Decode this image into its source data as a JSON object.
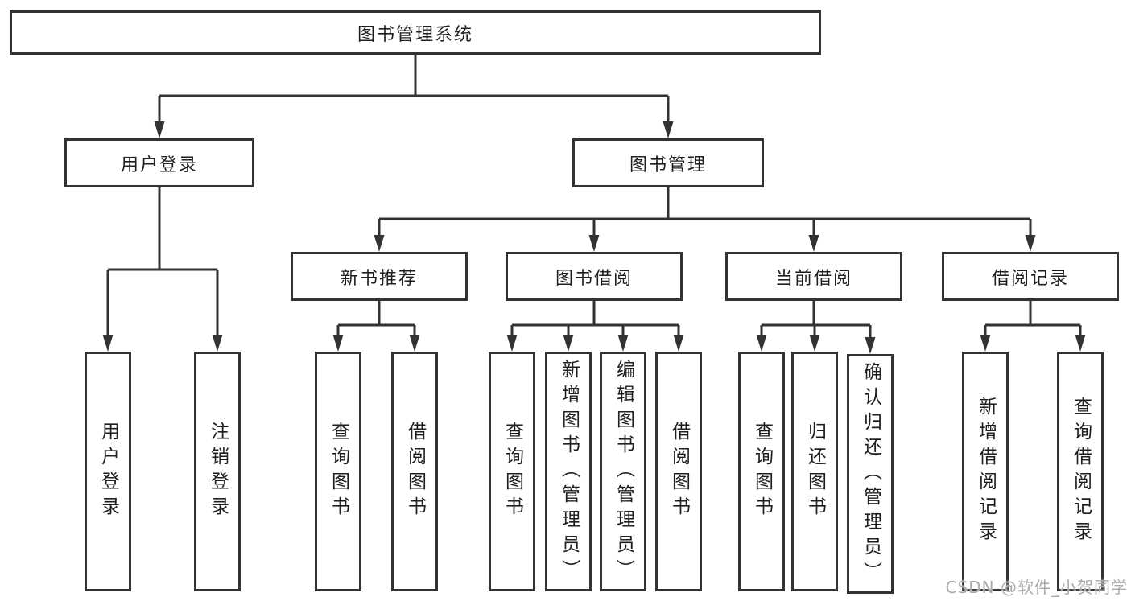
{
  "colors": {
    "background": "#ffffff",
    "line": "#333333",
    "box_border": "#333333",
    "text": "#1f1f1f",
    "watermark": "#a9a9a9"
  },
  "watermark": {
    "text": "CSDN @软件_小贺同学"
  },
  "tree": {
    "root": {
      "label": "图书管理系统"
    },
    "children": [
      {
        "label": "用户登录",
        "children": [
          {
            "label": "用户登录"
          },
          {
            "label": "注销登录"
          }
        ]
      },
      {
        "label": "图书管理",
        "children": [
          {
            "label": "新书推荐",
            "children": [
              {
                "label": "查询图书"
              },
              {
                "label": "借阅图书"
              }
            ]
          },
          {
            "label": "图书借阅",
            "children": [
              {
                "label": "查询图书"
              },
              {
                "label": "新增图书（管理员）"
              },
              {
                "label": "编辑图书（管理员）"
              },
              {
                "label": "借阅图书"
              }
            ]
          },
          {
            "label": "当前借阅",
            "children": [
              {
                "label": "查询图书"
              },
              {
                "label": "归还图书"
              },
              {
                "label": "确认归还（管理员）"
              }
            ]
          },
          {
            "label": "借阅记录",
            "children": [
              {
                "label": "新增借阅记录"
              },
              {
                "label": "查询借阅记录"
              }
            ]
          }
        ]
      }
    ]
  }
}
